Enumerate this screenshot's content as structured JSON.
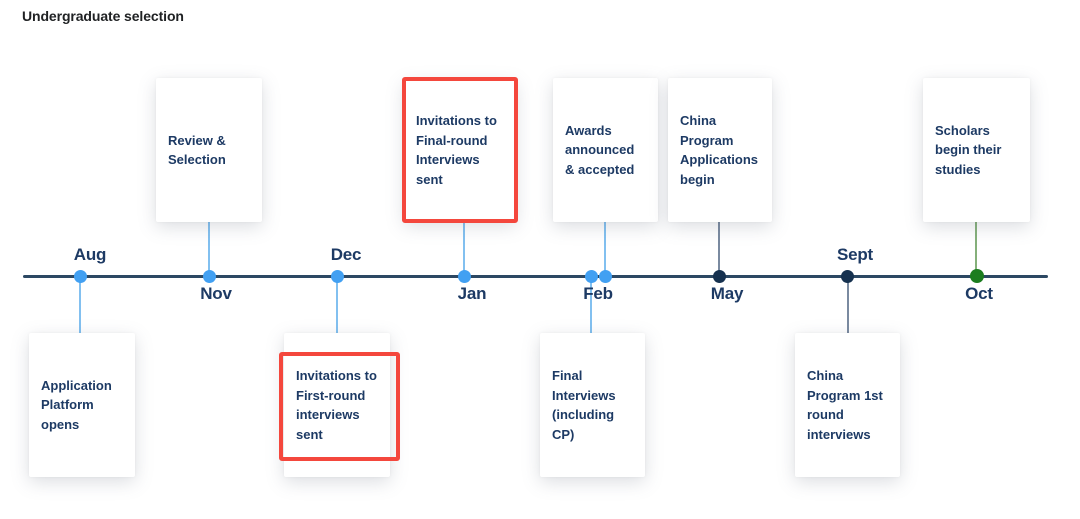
{
  "title": "Undergraduate selection",
  "colors": {
    "axis": "#2c4863",
    "dot_blue": "#42a0f2",
    "dot_navy": "#16314f",
    "dot_green": "#1c7d1f",
    "connector_blue": "#82c0f0",
    "connector_gray": "#7a8aa0",
    "connector_green": "#85b07a",
    "highlight_red": "#f4473d",
    "card_text": "#1d3a64",
    "title_text": "#202224"
  },
  "timeline": {
    "events": [
      {
        "month": "Aug",
        "dot": "blue",
        "card_below": "Application Platform opens"
      },
      {
        "month": "Nov",
        "dot": "blue",
        "card_above": "Review & Selection"
      },
      {
        "month": "Dec",
        "dot": "blue",
        "card_below": "Invitations to First-round interviews sent",
        "highlighted": true
      },
      {
        "month": "Jan",
        "dot": "blue",
        "card_above": "Invitations to Final-round Interviews sent",
        "highlighted": true
      },
      {
        "month": "Feb",
        "dot": "blue",
        "card_above": "Awards announced & accepted",
        "card_below": "Final Interviews (including CP)"
      },
      {
        "month": "May",
        "dot": "navy",
        "card_above": "China Program Applications begin"
      },
      {
        "month": "Sept",
        "dot": "navy",
        "card_below": "China Program 1st round interviews"
      },
      {
        "month": "Oct",
        "dot": "green",
        "card_above": "Scholars begin their studies"
      }
    ]
  }
}
